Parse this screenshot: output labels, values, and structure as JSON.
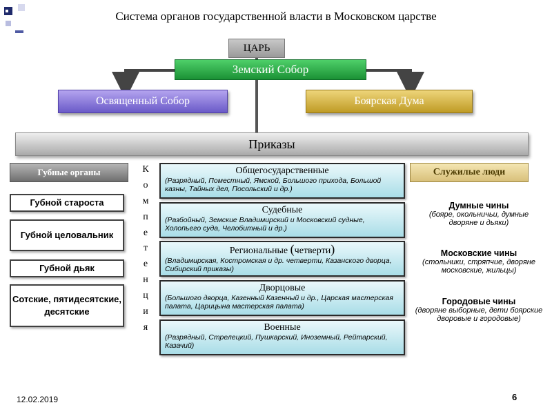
{
  "title": "Система органов государственной власти в Московском царстве",
  "top": {
    "tsar": "ЦАРЬ",
    "zemsky_sobor": "Земский Собор",
    "osv_sobor": "Освященный Собор",
    "boyar_duma": "Боярская Дума",
    "prikazy": "Приказы"
  },
  "gubnye": {
    "header": "Губные органы",
    "items": [
      "Губной староста",
      "Губной целовальник",
      "Губной дьяк",
      "Сотские, пятидесятские, десятские"
    ]
  },
  "kompetenciya": [
    "К",
    "о",
    "м",
    "п",
    "е",
    "т",
    "е",
    "н",
    "ц",
    "и",
    "я"
  ],
  "prikazy_groups": [
    {
      "name": "Общегосударственные",
      "desc": "(Разрядный, Поместный, Ямской, Большого прихода, Большой казны, Тайных дел, Посольский и др.)"
    },
    {
      "name": "Судебные",
      "desc": "(Разбойный, Земские Владимирский и Московский судные, Холопьего суда, Челобитный и др.)"
    },
    {
      "name": "Региональные ",
      "paren_open": "(",
      "name_rest": "четверти",
      "paren_close": ")",
      "desc": "(Владимирская, Костромская и др. четверти, Казанского дворца, Сибирский приказы)"
    },
    {
      "name": "Дворцовые",
      "desc": "(Большого дворца, Казенный Казенный и др., Царская мастерская палата, Царицына мастерская палата)"
    },
    {
      "name": "Военные",
      "desc": "(Разрядный, Стрелецкий, Пушкарский, Иноземный, Рейтарский, Казачий)"
    }
  ],
  "sluzhilye": {
    "header": "Служилые люди",
    "groups": [
      {
        "name": "Думные чины",
        "desc": "(бояре, окольничьи, думные дворяне и дьяки)"
      },
      {
        "name": "Московские чины",
        "desc": "(стольники, стряпчие, дворяне московские, жильцы)"
      },
      {
        "name": "Городовые чины",
        "desc": "(дворяне выборные, дети боярские дворовые и городовые)"
      }
    ]
  },
  "footer": {
    "date": "12.02.2019",
    "page": "6"
  }
}
